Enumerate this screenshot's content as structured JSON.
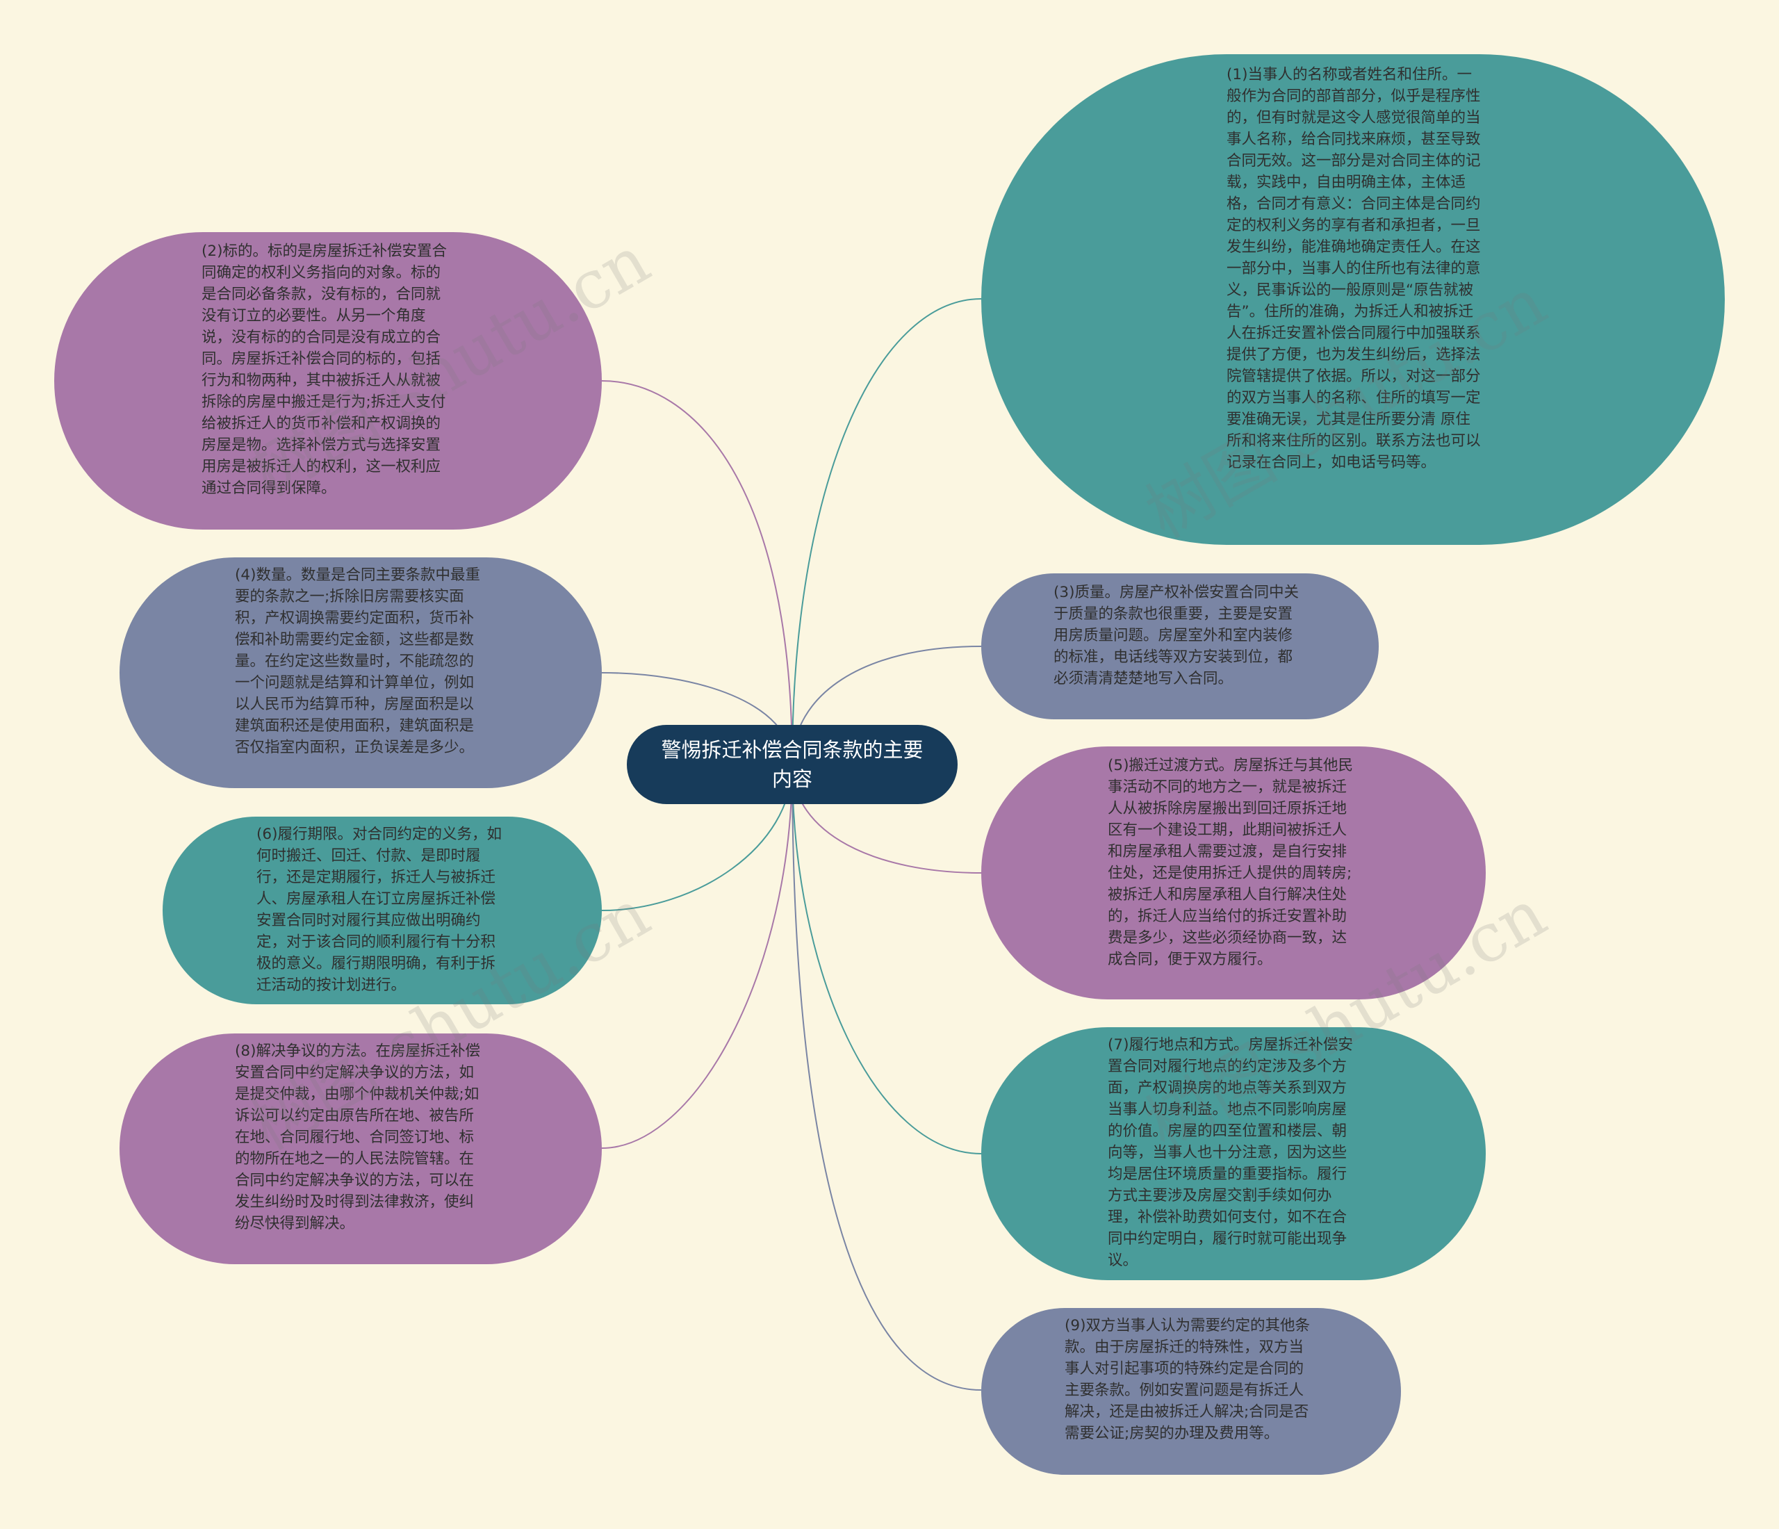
{
  "center": {
    "title": "警惕拆迁补偿合同条款的主要内容"
  },
  "colors": {
    "background": "#fbf6e1",
    "center": "#173b5a",
    "teal": "#4a9c9a",
    "purple": "#a878a8",
    "slate": "#7a85a4"
  },
  "nodes": [
    {
      "id": "n1",
      "text": "(1)当事人的名称或者姓名和住所。一般作为合同的部首部分，似乎是程序性的，但有时就是这令人感觉很简单的当事人名称，给合同找来麻烦，甚至导致合同无效。这一部分是对合同主体的记载，实践中，自由明确主体，主体适格，合同才有意义：合同主体是合同约定的权利义务的享有者和承担者，一旦发生纠纷，能准确地确定责任人。在这一部分中，当事人的住所也有法律的意义，民事诉讼的一般原则是“原告就被告”。住所的准确，为拆迁人和被拆迁人在拆迁安置补偿合同履行中加强联系提供了方便，也为发生纠纷后，选择法院管辖提供了依据。所以，对这一部分的双方当事人的名称、住所的填写一定要准确无误，尤其是住所要分清 原住所和将来住所的区别。联系方法也可以记录在合同上，如电话号码等。"
    },
    {
      "id": "n2",
      "text": "(2)标的。标的是房屋拆迁补偿安置合同确定的权利义务指向的对象。标的是合同必备条款，没有标的，合同就没有订立的必要性。从另一个角度说，没有标的的合同是没有成立的合同。房屋拆迁补偿合同的标的，包括行为和物两种，其中被拆迁人从就被拆除的房屋中搬迁是行为;拆迁人支付给被拆迁人的货币补偿和产权调换的房屋是物。选择补偿方式与选择安置用房是被拆迁人的权利，这一权利应通过合同得到保障。"
    },
    {
      "id": "n3",
      "text": "(3)质量。房屋产权补偿安置合同中关于质量的条款也很重要，主要是安置用房质量问题。房屋室外和室内装修的标准，电话线等双方安装到位，都必须清清楚楚地写入合同。"
    },
    {
      "id": "n4",
      "text": "(4)数量。数量是合同主要条款中最重要的条款之一;拆除旧房需要核实面积，产权调换需要约定面积，货币补偿和补助需要约定金额，这些都是数量。在约定这些数量时，不能疏忽的一个问题就是结算和计算单位，例如以人民币为结算币种，房屋面积是以建筑面积还是使用面积，建筑面积是否仅指室内面积，正负误差是多少。"
    },
    {
      "id": "n5",
      "text": "(5)搬迁过渡方式。房屋拆迁与其他民事活动不同的地方之一，就是被拆迁人从被拆除房屋搬出到回迁原拆迁地区有一个建设工期，此期间被拆迁人和房屋承租人需要过渡，是自行安排住处，还是使用拆迁人提供的周转房;被拆迁人和房屋承租人自行解决住处的，拆迁人应当给付的拆迁安置补助费是多少，这些必须经协商一致，达成合同，便于双方履行。"
    },
    {
      "id": "n6",
      "text": "(6)履行期限。对合同约定的义务，如何时搬迁、回迁、付款、是即时履行，还是定期履行，拆迁人与被拆迁人、房屋承租人在订立房屋拆迁补偿安置合同时对履行其应做出明确约定，对于该合同的顺利履行有十分积极的意义。履行期限明确，有利于拆迁活动的按计划进行。"
    },
    {
      "id": "n7",
      "text": "(7)履行地点和方式。房屋拆迁补偿安置合同对履行地点的约定涉及多个方面，产权调换房的地点等关系到双方当事人切身利益。地点不同影响房屋的价值。房屋的四至位置和楼层、朝向等，当事人也十分注意，因为这些均是居住环境质量的重要指标。履行方式主要涉及房屋交割手续如何办理，补偿补助费如何支付，如不在合同中约定明白，履行时就可能出现争议。"
    },
    {
      "id": "n8",
      "text": "(8)解决争议的方法。在房屋拆迁补偿安置合同中约定解决争议的方法，如是提交仲裁，由哪个仲裁机关仲裁;如诉讼可以约定由原告所在地、被告所在地、合同履行地、合同签订地、标的物所在地之一的人民法院管辖。在合同中约定解决争议的方法，可以在发生纠纷时及时得到法律救济，使纠纷尽快得到解决。"
    },
    {
      "id": "n9",
      "text": "(9)双方当事人认为需要约定的其他条款。由于房屋拆迁的特殊性，双方当事人对引起事项的特殊约定是合同的主要条款。例如安置问题是有拆迁人解决，还是由被拆迁人解决;合同是否需要公证;房契的办理及费用等。"
    }
  ],
  "watermarks": [
    "树图 shutu.cn",
    "树图 shutu.cn",
    "树图 shutu.cn",
    "树图 shutu.cn"
  ]
}
